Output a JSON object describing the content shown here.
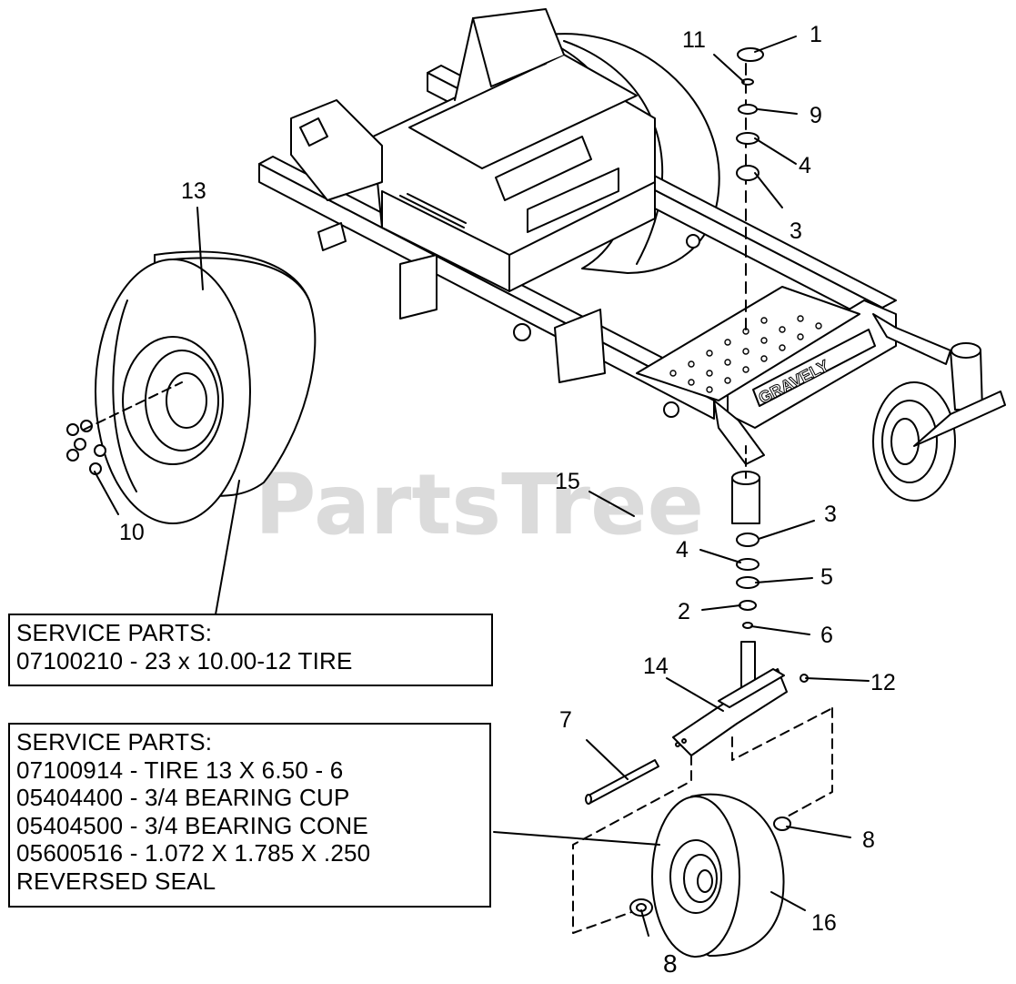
{
  "watermark": "PartsTree",
  "callouts": {
    "c1": "1",
    "c2": "2",
    "c3a": "3",
    "c3b": "3",
    "c4a": "4",
    "c4b": "4",
    "c5": "5",
    "c6": "6",
    "c7": "7",
    "c8a": "8",
    "c8b": "8",
    "c9": "9",
    "c10": "10",
    "c11": "11",
    "c12": "12",
    "c13": "13",
    "c14": "14",
    "c15": "15",
    "c16": "16"
  },
  "service_boxes": {
    "rear": {
      "heading": "SERVICE PARTS:",
      "lines": [
        "07100210 - 23 x 10.00-12 TIRE"
      ]
    },
    "front": {
      "heading": "SERVICE PARTS:",
      "lines": [
        "07100914 - TIRE 13 X 6.50 - 6",
        "05404400 - 3/4 BEARING CUP",
        "05404500 - 3/4 BEARING CONE",
        "05600516 - 1.072 X 1.785 X .250",
        "REVERSED SEAL"
      ]
    }
  },
  "brand_decal": "GRAVELY",
  "colors": {
    "line": "#000000",
    "watermark": "#bdbdbd",
    "background": "#ffffff"
  }
}
